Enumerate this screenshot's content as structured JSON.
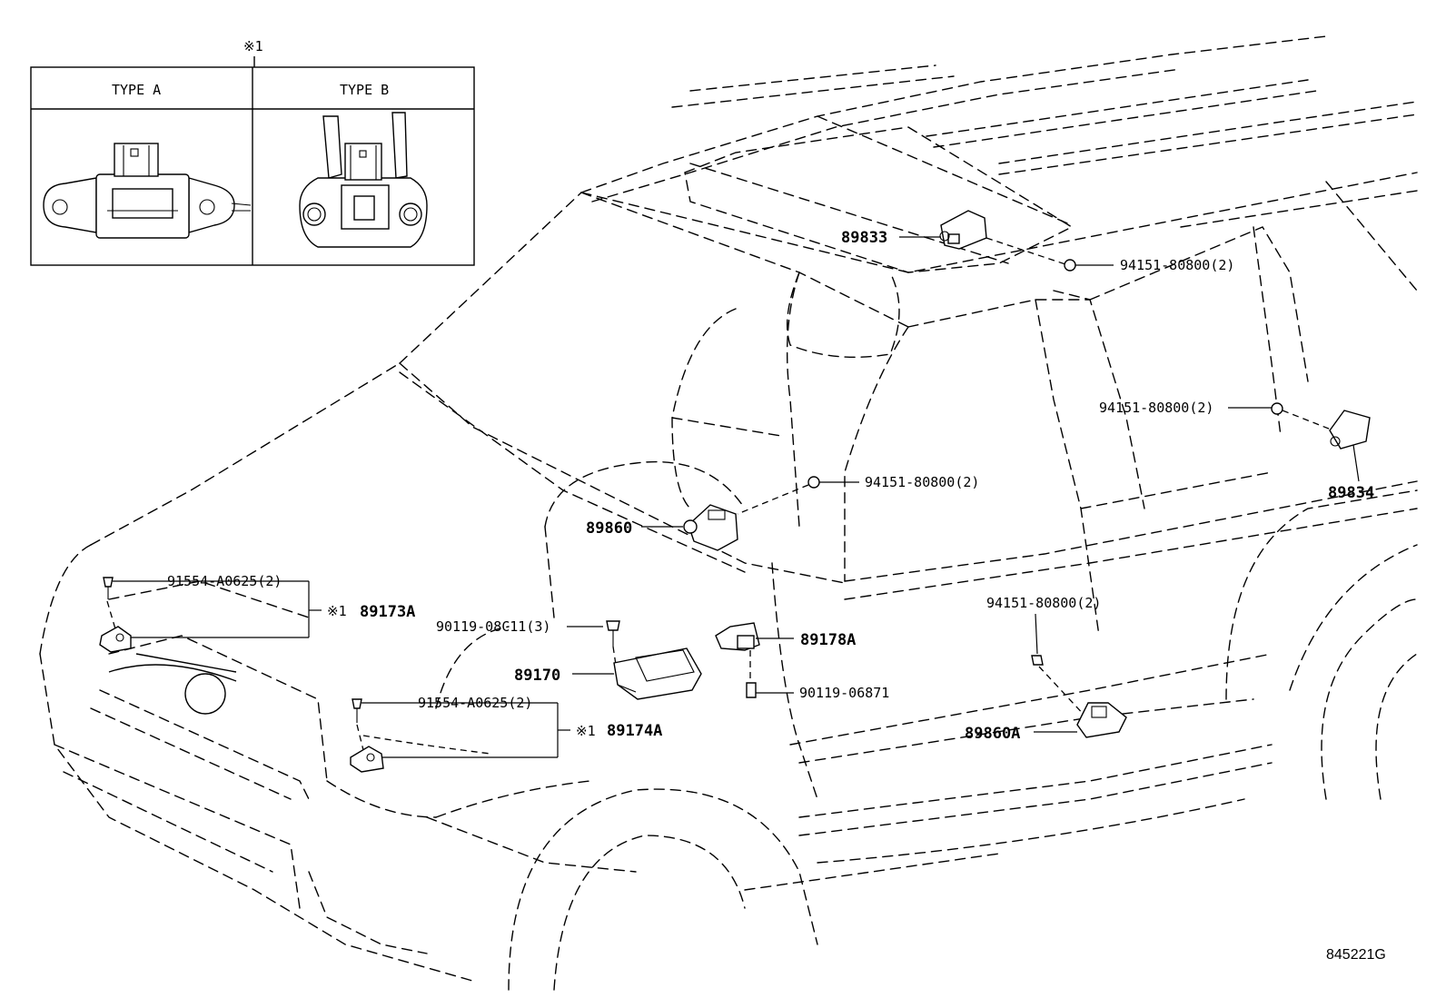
{
  "legend": {
    "marker": "※1",
    "type_a": "TYPE A",
    "type_b": "TYPE B"
  },
  "labels": {
    "p89833": "89833",
    "p94151_top": "94151-80800(2)",
    "p94151_right": "94151-80800(2)",
    "p89834": "89834",
    "p94151_mid": "94151-80800(2)",
    "p89860": "89860",
    "p91554_a": "91554-A0625(2)",
    "marker_a": "※1",
    "p89173A": "89173A",
    "p90119_08c11": "90119-08C11(3)",
    "p89178A": "89178A",
    "p89170": "89170",
    "p90119_06871": "90119-06871",
    "p91554_b": "91554-A0625(2)",
    "marker_b": "※1",
    "p89174A": "89174A",
    "p94151_low": "94151-80800(2)",
    "p89860A": "89860A"
  },
  "figure_ref": "845221G"
}
